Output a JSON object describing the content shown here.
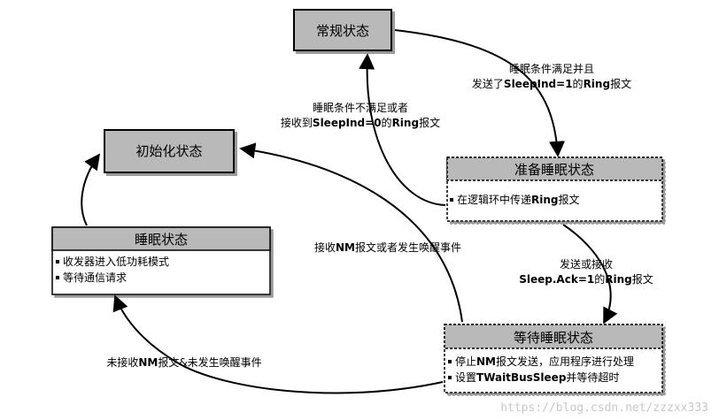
{
  "states": {
    "normal": {
      "title": "常规状态"
    },
    "init": {
      "title": "初始化状态"
    },
    "ready_sleep": {
      "title": "准备睡眠状态",
      "items": [
        {
          "pre": "在逻辑环中传递",
          "bold": "Ring",
          "post": "报文"
        }
      ]
    },
    "sleep": {
      "title": "睡眠状态",
      "items": [
        {
          "pre": "收发器进入低功耗模式",
          "bold": "",
          "post": ""
        },
        {
          "pre": "等待通信请求",
          "bold": "",
          "post": ""
        }
      ]
    },
    "wait_sleep": {
      "title": "等待睡眠状态",
      "items": [
        {
          "pre": "停止",
          "bold": "NM",
          "post": "报文发送，应用程序进行处理"
        },
        {
          "pre": "设置",
          "bold": "TWaitBusSleep",
          "post": "并等待超时"
        }
      ]
    }
  },
  "transitions": {
    "normal_to_ready": {
      "line1": "睡眠条件满足并且",
      "line2": {
        "pre": "发送了",
        "bold1": "SleepInd=1",
        "mid": "的",
        "bold2": "Ring",
        "post": "报文"
      }
    },
    "ready_to_normal": {
      "line1": "睡眠条件不满足或者",
      "line2": {
        "pre": "接收到",
        "bold1": "SleepInd=0",
        "mid": "的",
        "bold2": "Ring",
        "post": "报文"
      }
    },
    "ready_to_wait": {
      "line1": "发送或接收",
      "line2": {
        "pre": "",
        "bold1": "Sleep.Ack=1",
        "mid": "的",
        "bold2": "Ring",
        "post": "报文"
      }
    },
    "wait_to_init": {
      "pre": "接收",
      "bold": "NM",
      "post": "报文或者发生唤醒事件"
    },
    "wait_to_sleep": {
      "pre": "未接收",
      "bold": "NM",
      "post": "报文&未发生唤醒事件"
    }
  },
  "watermark": "https://blog.csdn.net/zzzxx333"
}
